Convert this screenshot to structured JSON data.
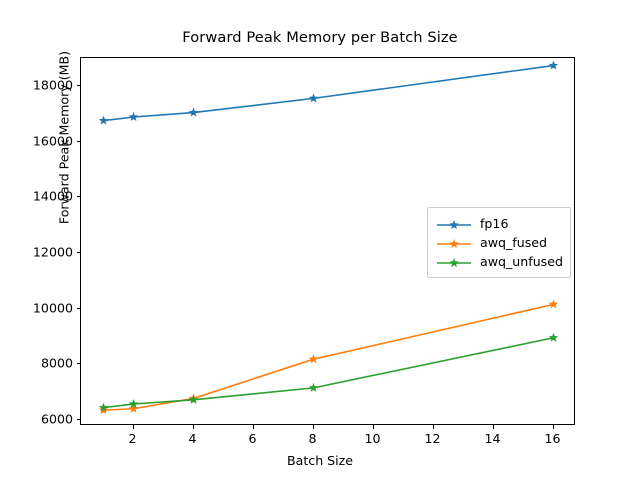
{
  "chart_data": {
    "type": "line",
    "title": "Forward Peak Memory per Batch Size",
    "xlabel": "Batch Size",
    "ylabel": "Forward Peak Memory (MB)",
    "x": [
      1,
      2,
      4,
      8,
      16
    ],
    "xlim": [
      0.25,
      16.75
    ],
    "ylim": [
      5780,
      19000
    ],
    "xticks": [
      2,
      4,
      6,
      8,
      10,
      12,
      14,
      16
    ],
    "xticklabels": [
      "2",
      "4",
      "6",
      "8",
      "10",
      "12",
      "14",
      "16"
    ],
    "yticks": [
      6000,
      8000,
      10000,
      12000,
      14000,
      16000,
      18000
    ],
    "yticklabels": [
      "6000",
      "8000",
      "10000",
      "12000",
      "14000",
      "16000",
      "18000"
    ],
    "grid": false,
    "marker": "star",
    "legend_position": "center right",
    "series": [
      {
        "name": "fp16",
        "color": "#1f77b4",
        "values": [
          16750,
          16880,
          17040,
          17550,
          18730
        ]
      },
      {
        "name": "awq_fused",
        "color": "#ff7f0e",
        "values": [
          6350,
          6400,
          6770,
          8180,
          10150
        ]
      },
      {
        "name": "awq_unfused",
        "color": "#2ca02c",
        "values": [
          6440,
          6570,
          6720,
          7150,
          8950
        ]
      }
    ]
  }
}
